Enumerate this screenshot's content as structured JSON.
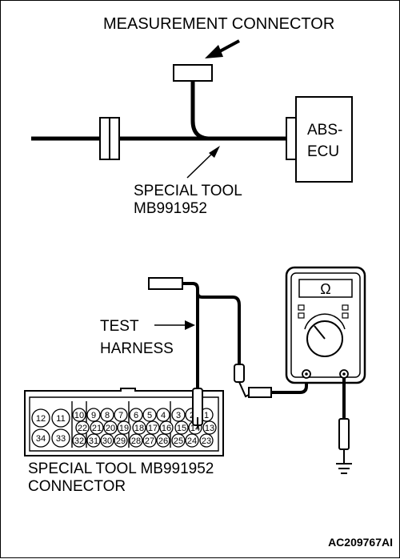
{
  "labels": {
    "measurement_connector": "MEASUREMENT CONNECTOR",
    "ecu_line1": "ABS-",
    "ecu_line2": "ECU",
    "special_tool_line1": "SPECIAL TOOL",
    "special_tool_line2": "MB991952",
    "test_line1": "TEST",
    "test_line2": "HARNESS",
    "connector_line1": "SPECIAL TOOL MB991952",
    "connector_line2": "CONNECTOR",
    "meter_symbol": "Ω",
    "figure_code": "AC209767AI"
  },
  "pins": {
    "top_row": [
      "10",
      "9",
      "8",
      "7",
      "6",
      "5",
      "4",
      "3",
      "2",
      "1"
    ],
    "mid_row": [
      "22",
      "21",
      "20",
      "19",
      "18",
      "17",
      "16",
      "15",
      "14",
      "13"
    ],
    "bottom_row": [
      "32",
      "31",
      "30",
      "29",
      "28",
      "27",
      "26",
      "25",
      "24",
      "23"
    ],
    "large_top": [
      "12",
      "11"
    ],
    "large_bottom": [
      "34",
      "33"
    ]
  }
}
